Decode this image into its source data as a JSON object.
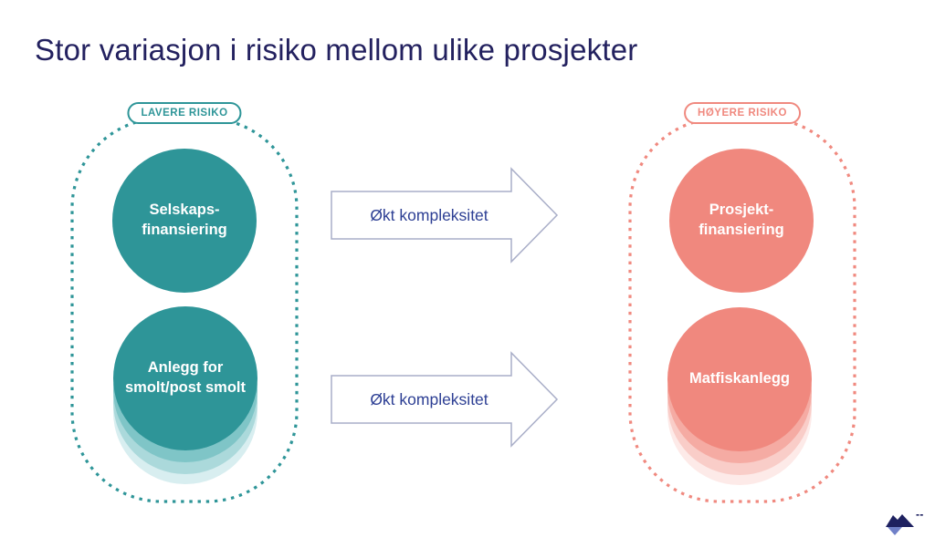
{
  "slide": {
    "title": "Stor variasjon i risiko mellom ulike prosjekter"
  },
  "left_group": {
    "badge": "LAVERE RISIKO",
    "circle1": {
      "line1": "Selskaps-",
      "line2": "finansiering"
    },
    "circle2": {
      "line1": "Anlegg for",
      "line2": "smolt/post smolt"
    }
  },
  "right_group": {
    "badge": "HØYERE RISIKO",
    "circle1": {
      "line1": "Prosjekt-",
      "line2": "finansiering"
    },
    "circle2": {
      "line1": "Matfiskanlegg",
      "line2": ""
    }
  },
  "arrows": [
    {
      "label": "Økt kompleksitet"
    },
    {
      "label": "Økt kompleksitet"
    }
  ],
  "icons": {
    "logo": "mountain-logo"
  },
  "colors": {
    "title_text": "#23215f",
    "teal": "#2e9598",
    "salmon": "#f0887e",
    "badge_salmon": "#f0897f",
    "arrow_text": "#2d3f94",
    "arrow_border": "#a9aec8",
    "logo_navy": "#1e2160",
    "logo_blue": "#7080c8"
  }
}
